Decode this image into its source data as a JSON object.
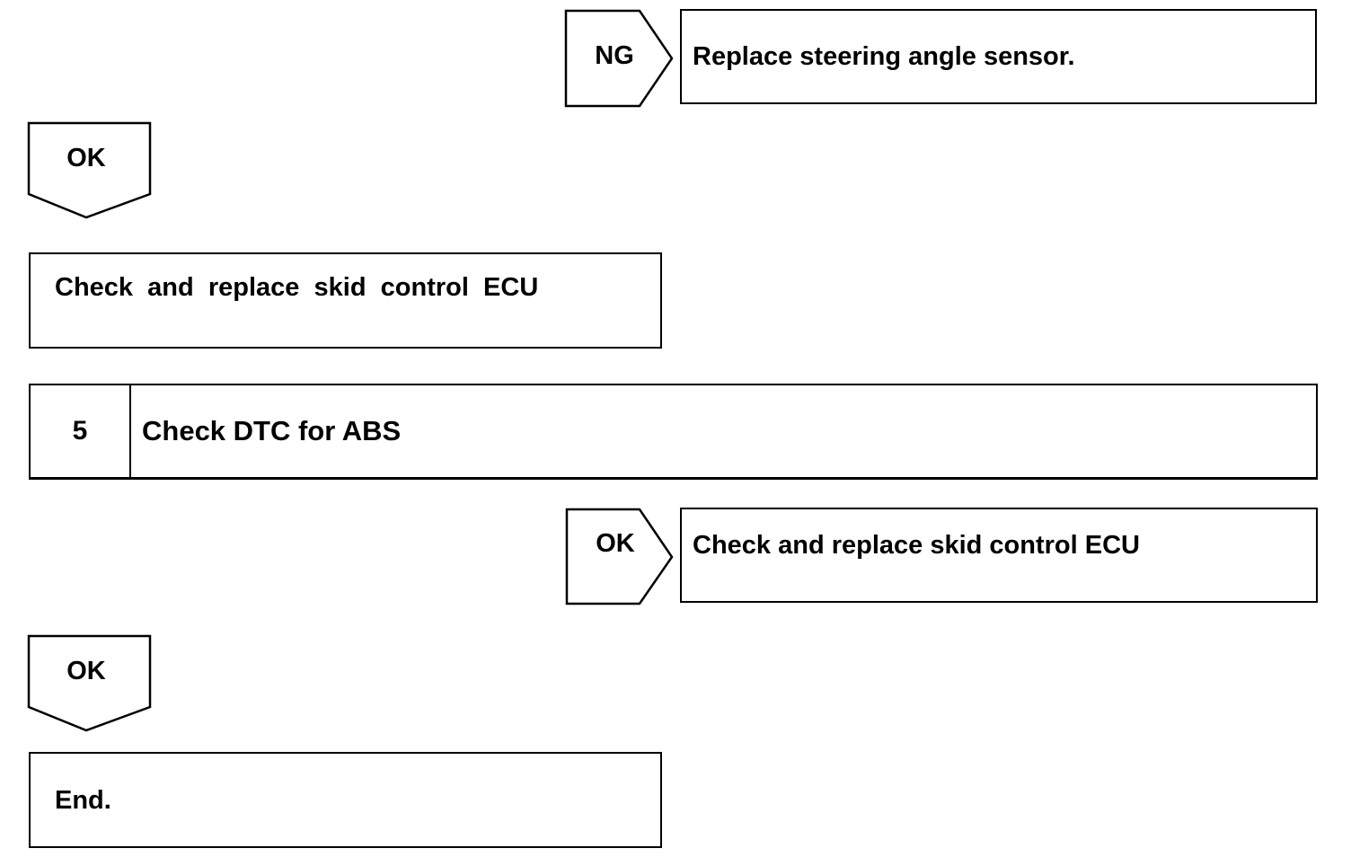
{
  "branch_ng_1": {
    "label": "NG",
    "action": "Replace steering angle sensor."
  },
  "flow_ok_1": {
    "label": "OK"
  },
  "action_box_1": {
    "text": "Check  and  replace  skid  control  ECU"
  },
  "step_5": {
    "number": "5",
    "title": "Check DTC for ABS"
  },
  "branch_ok_2": {
    "label": "OK",
    "action": "Check and replace skid control ECU"
  },
  "flow_ok_3": {
    "label": "OK"
  },
  "end_box": {
    "text": "End."
  }
}
